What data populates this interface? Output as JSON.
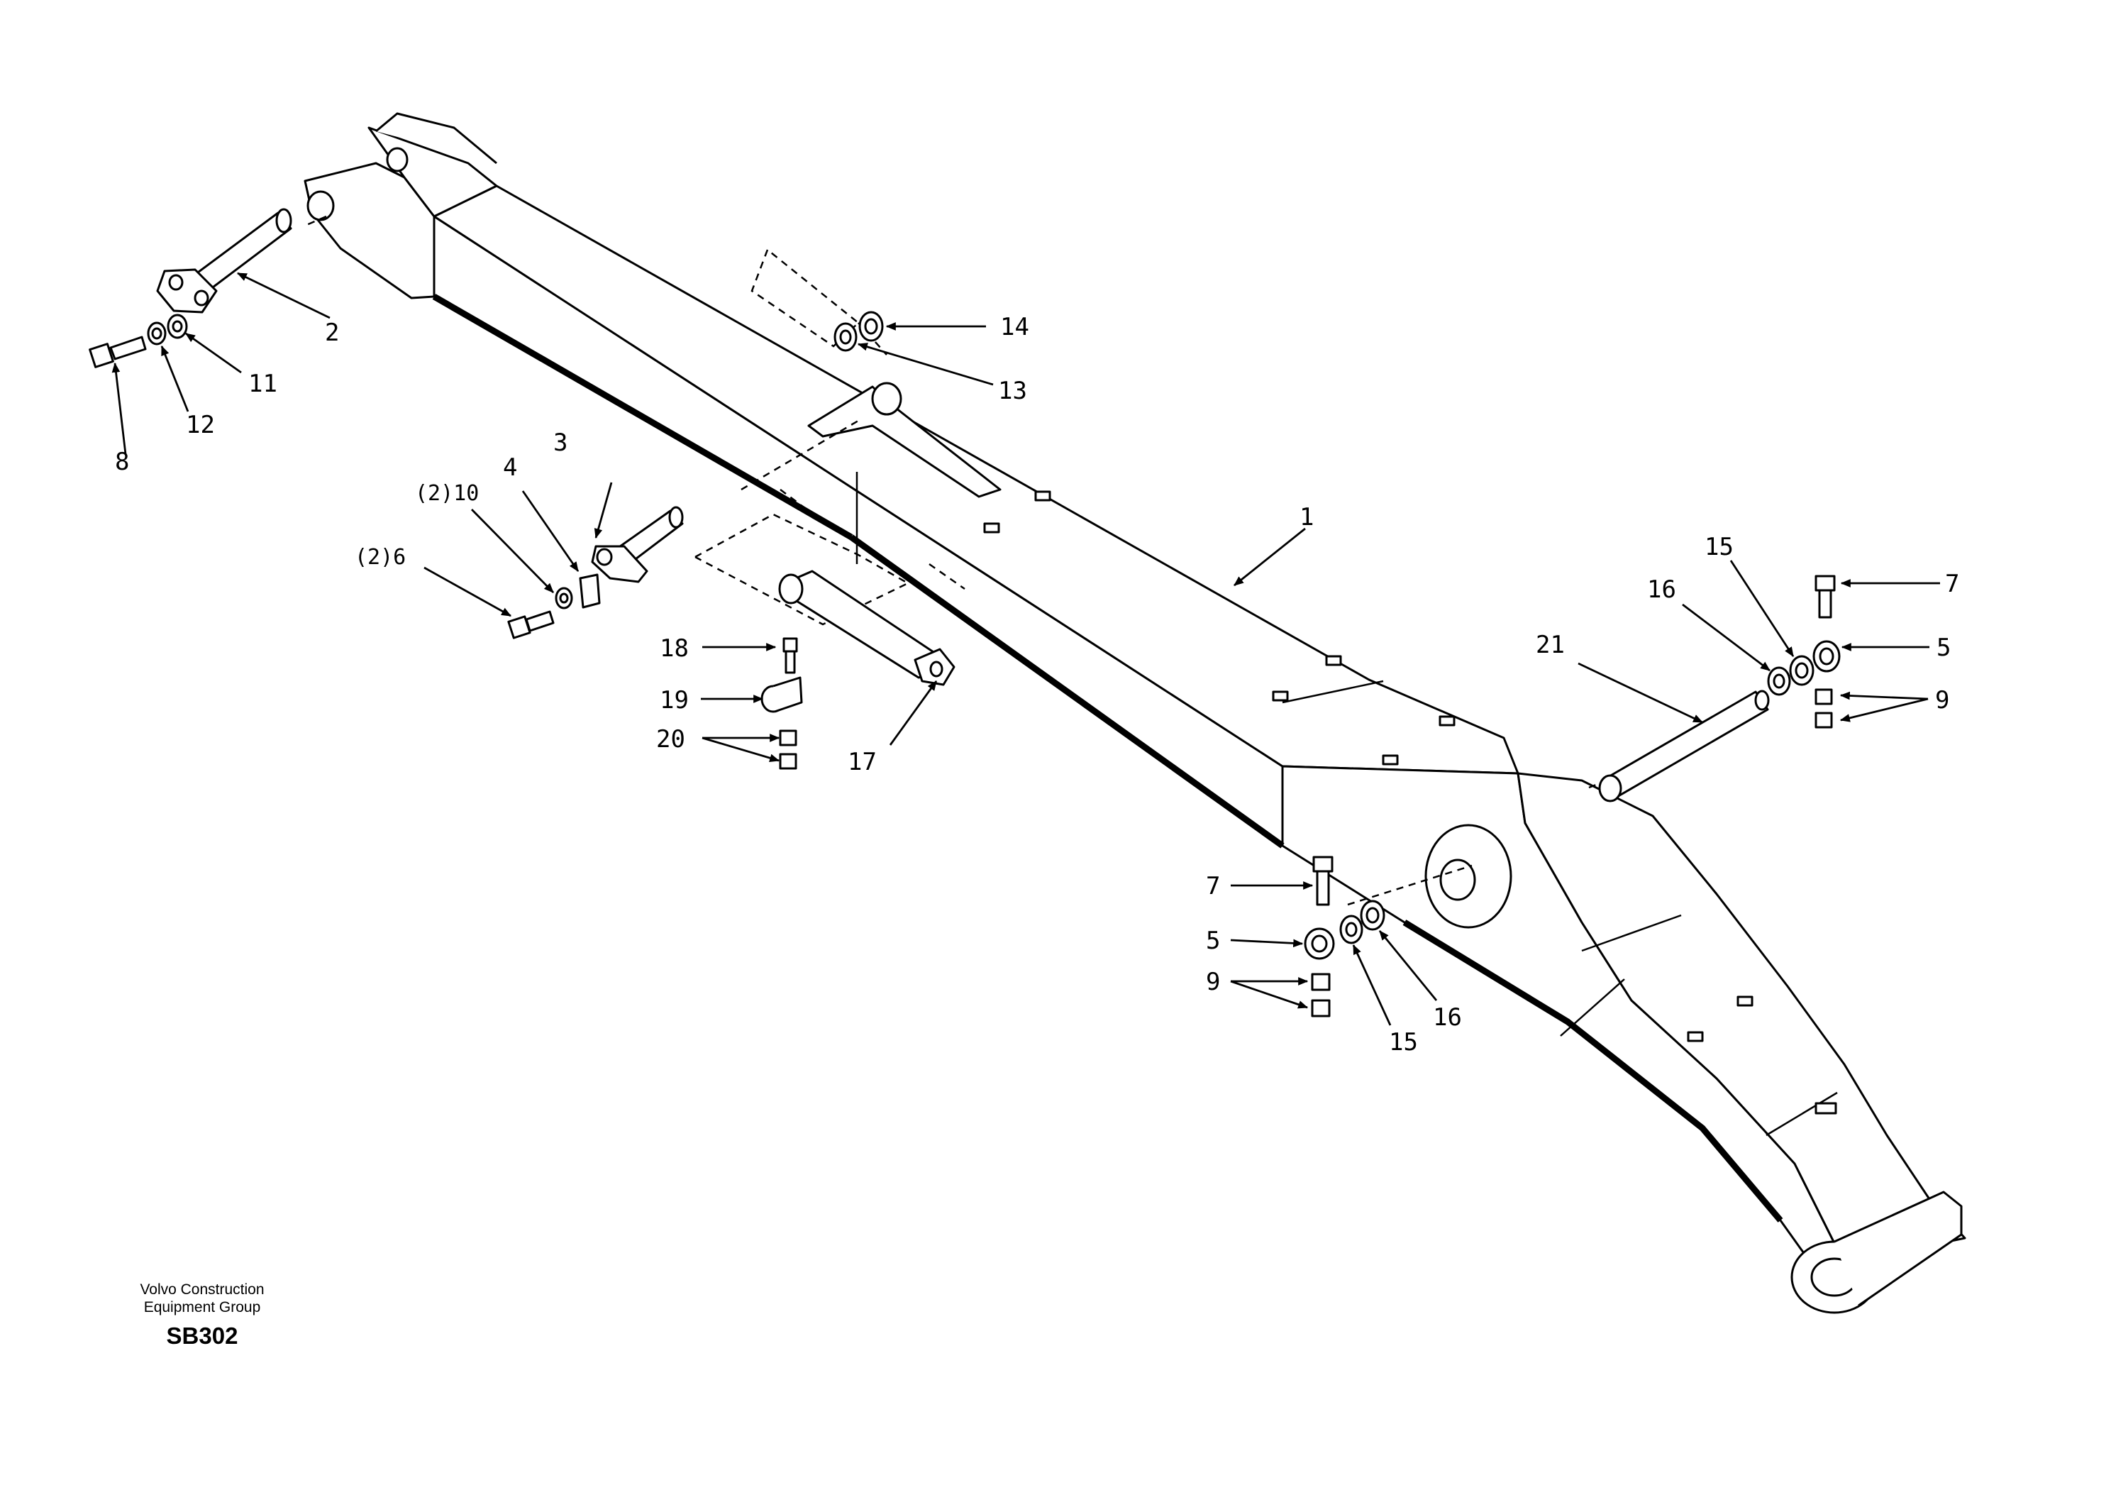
{
  "footer": {
    "org_line1": "Volvo Construction",
    "org_line2": "Equipment Group",
    "drawing_code": "SB302"
  },
  "callouts": {
    "c1": "1",
    "c2": "2",
    "c3": "3",
    "c4": "4",
    "c10": "(2)10",
    "c6": "(2)6",
    "c8": "8",
    "c11": "11",
    "c12": "12",
    "c13": "13",
    "c14": "14",
    "c17": "17",
    "c18": "18",
    "c19": "19",
    "c20": "20",
    "c21": "21",
    "c7_right": "7",
    "c5_right": "5",
    "c9_right": "9",
    "c15_right": "15",
    "c16_right": "16",
    "c7_center": "7",
    "c5_center": "5",
    "c9_center": "9",
    "c15_center": "15",
    "c16_center": "16"
  }
}
